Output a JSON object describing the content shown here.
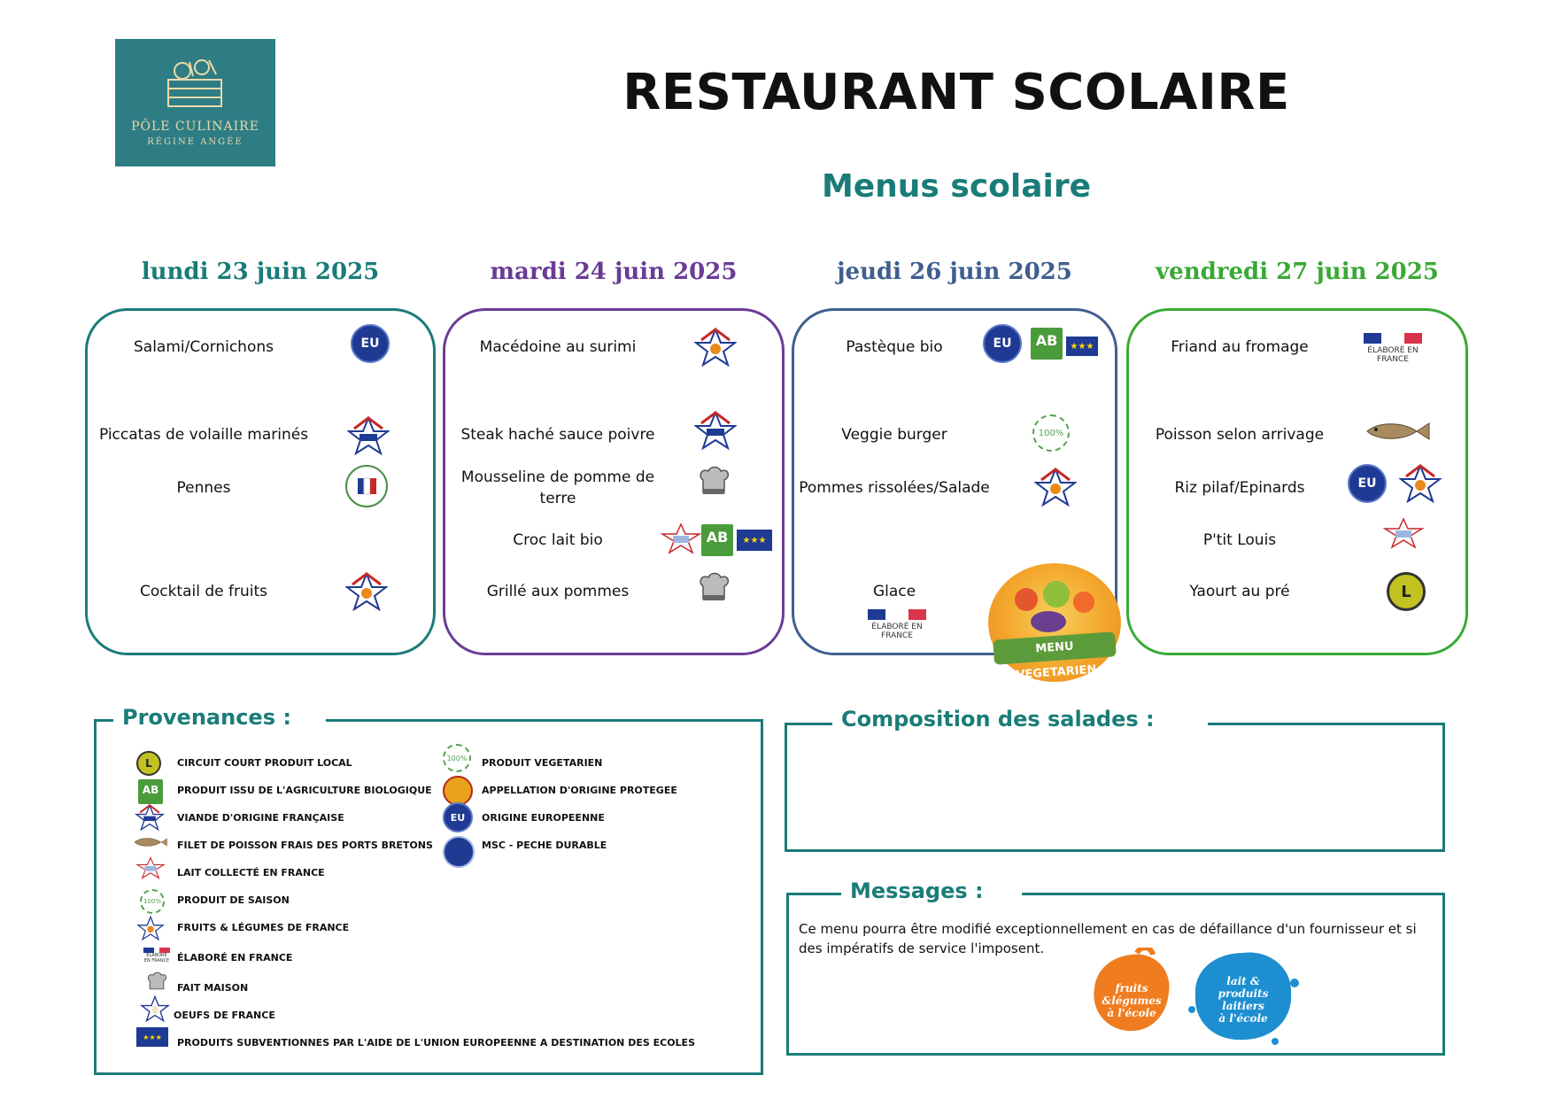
{
  "logo": {
    "line1": "PÔLE CULINAIRE",
    "line2": "RÉGINE ANGÉE"
  },
  "title": "RESTAURANT SCOLAIRE",
  "subtitle": "Menus scolaire",
  "colors": {
    "teal": "#1a7c78",
    "purple": "#6a3c96",
    "blue": "#3f5f8f",
    "green": "#39a935"
  },
  "days": [
    {
      "label": "lundi 23 juin 2025",
      "items": [
        "Salami/Cornichons",
        "Piccatas de volaille marinés",
        "Pennes",
        "Cocktail de fruits"
      ]
    },
    {
      "label": "mardi 24 juin 2025",
      "items": [
        "Macédoine au surimi",
        "Steak haché sauce poivre",
        "Mousseline de pomme de terre",
        "Croc lait bio",
        "Grillé aux pommes"
      ]
    },
    {
      "label": "jeudi 26 juin 2025",
      "items": [
        "Pastèque bio",
        "Veggie burger",
        "Pommes rissolées/Salade",
        "Glace"
      ]
    },
    {
      "label": "vendredi 27 juin 2025",
      "items": [
        "Friand au fromage",
        "Poisson selon arrivage",
        "Riz pilaf/Epinards",
        "P'tit Louis",
        "Yaourt au pré"
      ]
    }
  ],
  "badges": {
    "eu": "EU",
    "ab": "AB",
    "local": "L",
    "elabore": "ÉLABORÉ EN FRANCE",
    "veg_menu": "MENU VEGETARIEN"
  },
  "provenances": {
    "title": "Provenances :",
    "left": [
      "CIRCUIT COURT PRODUIT LOCAL",
      "PRODUIT ISSU DE L'AGRICULTURE BIOLOGIQUE",
      "VIANDE D'ORIGINE FRANÇAISE",
      "FILET DE POISSON FRAIS DES PORTS BRETONS",
      "LAIT COLLECTÉ EN FRANCE",
      "PRODUIT DE SAISON",
      "FRUITS & LÉGUMES DE FRANCE",
      "ÉLABORÉ EN FRANCE",
      "FAIT MAISON",
      "OEUFS DE FRANCE",
      "PRODUITS SUBVENTIONNES PAR L'AIDE DE L'UNION EUROPEENNE A DESTINATION DES ECOLES"
    ],
    "right": [
      "PRODUIT VEGETARIEN",
      "APPELLATION D'ORIGINE PROTEGEE",
      "ORIGINE EUROPEENNE",
      "MSC - PECHE DURABLE"
    ]
  },
  "salades": {
    "title": "Composition des salades :"
  },
  "messages": {
    "title": "Messages :",
    "text": "Ce menu pourra être modifié exceptionnellement en cas de défaillance d'un fournisseur et si des impératifs de service l'imposent.",
    "logo1": "fruits & légumes à l'école",
    "logo2": "lait & produits laitiers à l'école"
  }
}
